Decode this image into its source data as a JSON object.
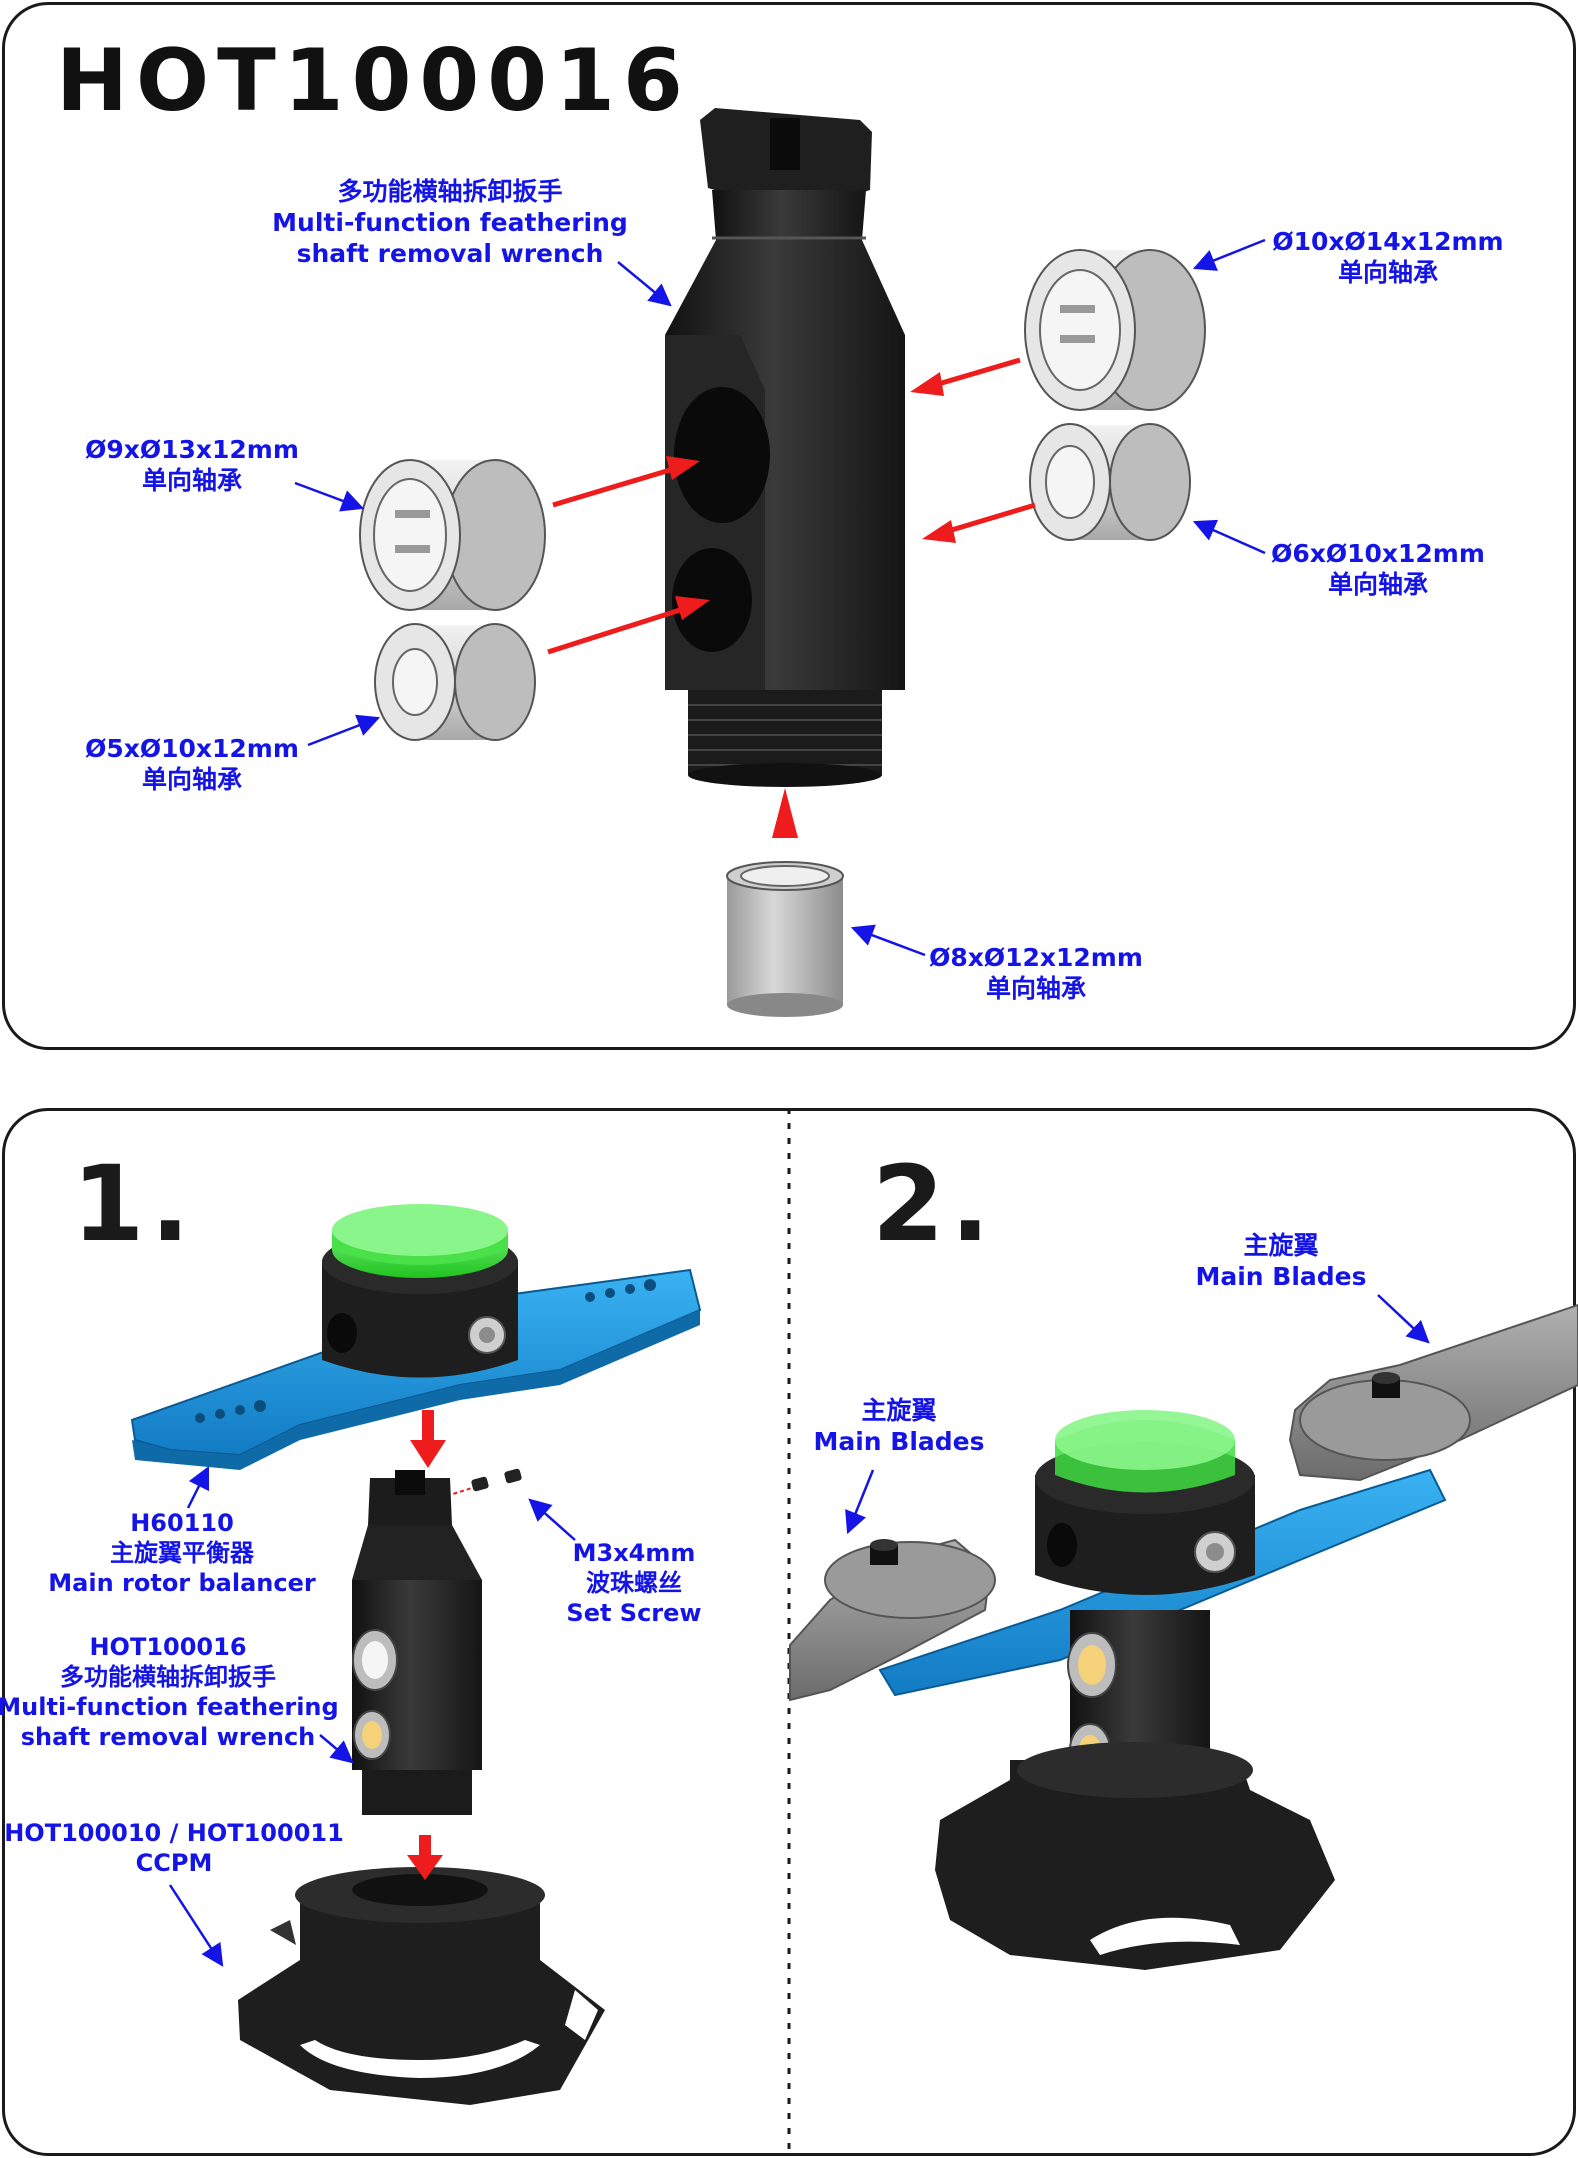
{
  "title": "HOT100016",
  "top_panel": {
    "wrench_label": {
      "cn": "多功能横轴拆卸扳手",
      "en1": "Multi-function feathering",
      "en2": "shaft removal wrench"
    },
    "bearings": [
      {
        "size": "Ø10xØ14x12mm",
        "cn": "单向轴承"
      },
      {
        "size": "Ø9xØ13x12mm",
        "cn": "单向轴承"
      },
      {
        "size": "Ø6xØ10x12mm",
        "cn": "单向轴承"
      },
      {
        "size": "Ø5xØ10x12mm",
        "cn": "单向轴承"
      },
      {
        "size": "Ø8xØ12x12mm",
        "cn": "单向轴承"
      }
    ]
  },
  "step1": {
    "number": "1.",
    "balancer": {
      "code": "H60110",
      "cn": "主旋翼平衡器",
      "en": "Main rotor balancer"
    },
    "screw": {
      "size": "M3x4mm",
      "cn": "波珠螺丝",
      "en": "Set Screw"
    },
    "wrench": {
      "code": "HOT100016",
      "cn": "多功能横轴拆卸扳手",
      "en1": "Multi-function feathering",
      "en2": "shaft removal wrench"
    },
    "ccpm": {
      "code": "HOT100010 / HOT100011",
      "en": "CCPM"
    }
  },
  "step2": {
    "number": "2.",
    "blades_right": {
      "cn": "主旋翼",
      "en": "Main Blades"
    },
    "blades_left": {
      "cn": "主旋翼",
      "en": "Main Blades"
    }
  },
  "colors": {
    "label": "#1414e6",
    "arrow": "#ee1c1c",
    "part_black": "#1c1c1c",
    "bearing": "#d9d9d9",
    "balancer_blue": "#1e9be6",
    "cap_green": "#33dd33",
    "blade_grey": "#8a8a8a"
  }
}
